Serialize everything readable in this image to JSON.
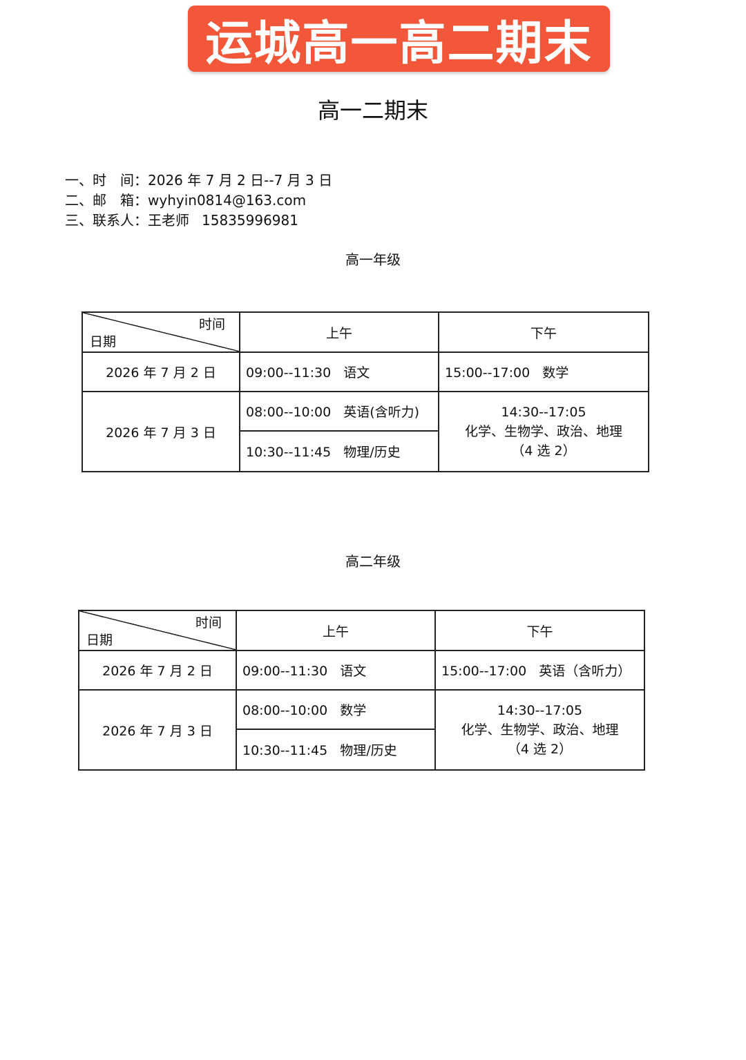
{
  "banner": {
    "text": "运城高一高二期末"
  },
  "page_title": "高一二期末",
  "info": {
    "time_label": "一、时　间：",
    "time_value": "2026 年 7 月 2 日--7 月 3 日",
    "email_label": "二、邮　箱：",
    "email_value": "wyhyin0814@163.com",
    "contact_label": "三、联系人：",
    "contact_name": "王老师",
    "contact_phone": "15835996981"
  },
  "grade1": {
    "title": "高一年级",
    "header": {
      "time": "时间",
      "date": "日期",
      "morning": "上午",
      "afternoon": "下午"
    },
    "rows": [
      {
        "date": "2026 年 7 月 2 日",
        "morning": [
          {
            "time": "09:00--11:30",
            "subject": "语文"
          }
        ],
        "afternoon": {
          "time": "15:00--17:00",
          "subject": "数学"
        }
      },
      {
        "date": "2026 年 7 月 3 日",
        "morning": [
          {
            "time": "08:00--10:00",
            "subject": "英语(含听力)"
          },
          {
            "time": "10:30--11:45",
            "subject": "物理/历史"
          }
        ],
        "afternoon": {
          "time": "14:30--17:05",
          "subject": "化学、生物学、政治、地理",
          "note": "（4 选 2）"
        }
      }
    ]
  },
  "grade2": {
    "title": "高二年级",
    "header": {
      "time": "时间",
      "date": "日期",
      "morning": "上午",
      "afternoon": "下午"
    },
    "rows": [
      {
        "date": "2026 年 7 月 2 日",
        "morning": [
          {
            "time": "09:00--11:30",
            "subject": "语文"
          }
        ],
        "afternoon": {
          "time": "15:00--17:00",
          "subject": "英语（含听力）"
        }
      },
      {
        "date": "2026 年 7 月 3 日",
        "morning": [
          {
            "time": "08:00--10:00",
            "subject": "数学"
          },
          {
            "time": "10:30--11:45",
            "subject": "物理/历史"
          }
        ],
        "afternoon": {
          "time": "14:30--17:05",
          "subject": "化学、生物学、政治、地理",
          "note": "（4 选 2）"
        }
      }
    ]
  }
}
